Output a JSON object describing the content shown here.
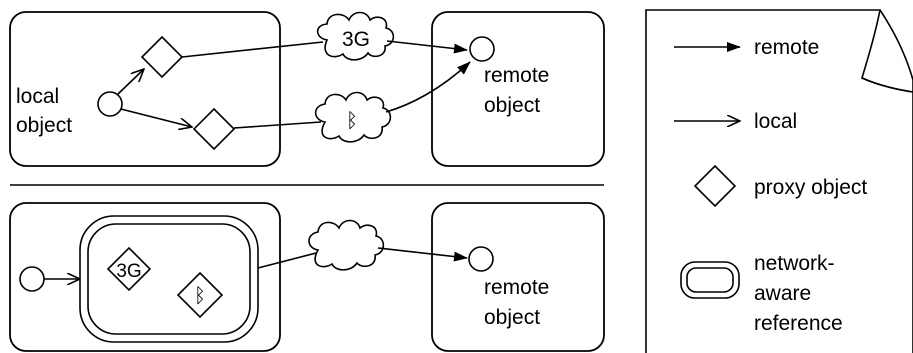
{
  "top_diagram": {
    "local_object_label": [
      "local",
      "object"
    ],
    "remote_object_label": [
      "remote",
      "object"
    ],
    "network_3g_label": "3G",
    "network_bluetooth_symbol": "bluetooth"
  },
  "bottom_diagram": {
    "proxy_3g_label": "3G",
    "proxy_bluetooth_symbol": "bluetooth",
    "remote_object_label": [
      "remote",
      "object"
    ]
  },
  "legend": {
    "items": [
      {
        "symbol": "filled-arrow",
        "label": "remote"
      },
      {
        "symbol": "open-arrow",
        "label": "local"
      },
      {
        "symbol": "diamond",
        "label": "proxy object"
      },
      {
        "symbol": "double-rounded-rect",
        "label_lines": [
          "network-",
          "aware",
          "reference"
        ]
      }
    ]
  }
}
